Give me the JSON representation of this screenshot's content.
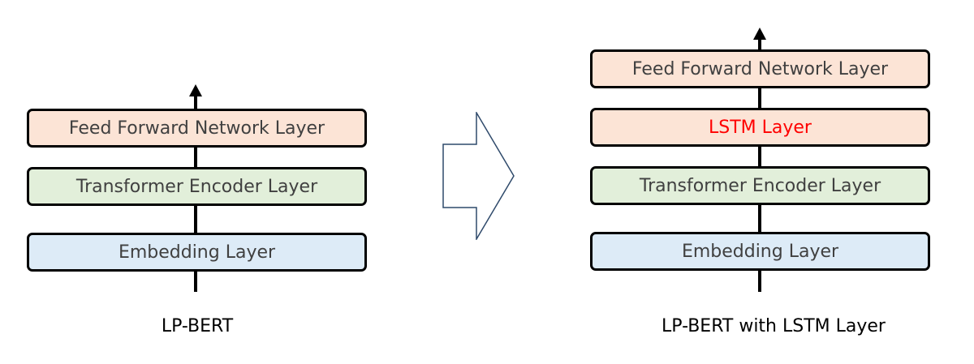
{
  "colors": {
    "ffn_fill": "#FCE4D6",
    "lstm_fill": "#FCE4D6",
    "transformer_fill": "#E2EFDA",
    "embedding_fill": "#DDEBF7",
    "lstm_text": "#FF0000",
    "arrow_stroke": "#2F4A6B"
  },
  "left": {
    "layers": [
      "Feed Forward Network Layer",
      "Transformer Encoder Layer",
      "Embedding Layer"
    ],
    "caption": "LP-BERT"
  },
  "right": {
    "layers": [
      "Feed Forward Network Layer",
      "LSTM Layer",
      "Transformer Encoder Layer",
      "Embedding Layer"
    ],
    "caption": "LP-BERT with LSTM Layer"
  }
}
